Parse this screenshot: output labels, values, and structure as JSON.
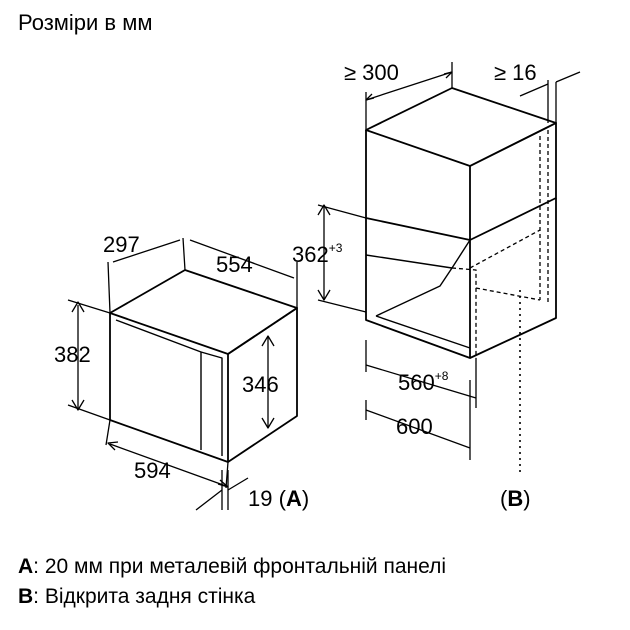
{
  "title": "Розміри в мм",
  "microwave": {
    "depth": "297",
    "width_outer": "554",
    "height_outer": "382",
    "height_inner": "346",
    "front_width": "594",
    "front_offset": "19",
    "front_offset_ref_open": " (",
    "front_offset_ref": "A",
    "front_offset_ref_close": ")"
  },
  "niche": {
    "min_depth": "≥ 300",
    "min_gap": "≥ 16",
    "height": "362",
    "height_tol": "+3",
    "width": "560",
    "width_tol": "+8",
    "cabinet_width": "600",
    "back_ref_open": "(",
    "back_ref": "B",
    "back_ref_close": ")"
  },
  "notes": [
    {
      "key": "A",
      "text": ": 20 мм при металевій фронтальній панелі"
    },
    {
      "key": "B",
      "text": ": Відкрита задня стінка"
    }
  ]
}
